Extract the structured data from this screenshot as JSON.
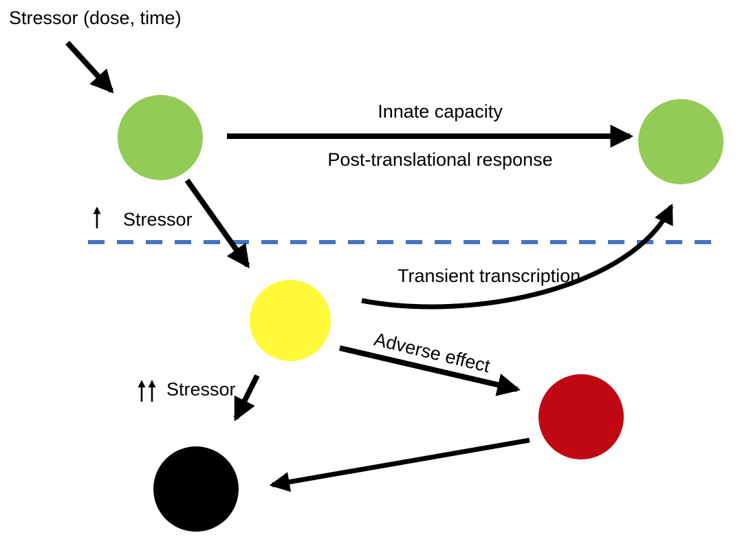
{
  "diagram": {
    "description": "Stress response state diagram with colored state nodes and labeled transition arrows",
    "labels": {
      "stressor_input": "Stressor (dose, time)",
      "innate_capacity": "Innate capacity",
      "post_translational_response": "Post-translational response",
      "stressor_increase": "Stressor",
      "stressor_double_increase": "Stressor",
      "transient_transcription": "Transient transcription",
      "adverse_effect": "Adverse effect"
    },
    "icons": {
      "single_up_arrow": "up-arrow",
      "double_up_arrow": "double-up-arrow"
    },
    "nodes": {
      "green_left": {
        "color": "#92CB55"
      },
      "green_right": {
        "color": "#92CB55"
      },
      "yellow": {
        "color": "#FFF93A"
      },
      "red": {
        "color": "#C00812"
      },
      "black": {
        "color": "#000000"
      }
    },
    "colors": {
      "arrow": "#000000",
      "threshold_line": "#4472C4",
      "text": "#000000",
      "background": "#ffffff"
    },
    "edges": [
      {
        "from": "stressor-input-label",
        "to": "green_left",
        "label": ""
      },
      {
        "from": "green_left",
        "to": "green_right",
        "label": "Innate capacity / Post-translational response"
      },
      {
        "from": "green_left",
        "to": "yellow",
        "label": ""
      },
      {
        "from": "yellow",
        "to": "green_right",
        "label": "Transient transcription"
      },
      {
        "from": "yellow",
        "to": "red",
        "label": "Adverse effect"
      },
      {
        "from": "yellow",
        "to": "black",
        "label": ""
      },
      {
        "from": "red",
        "to": "black",
        "label": ""
      }
    ]
  }
}
